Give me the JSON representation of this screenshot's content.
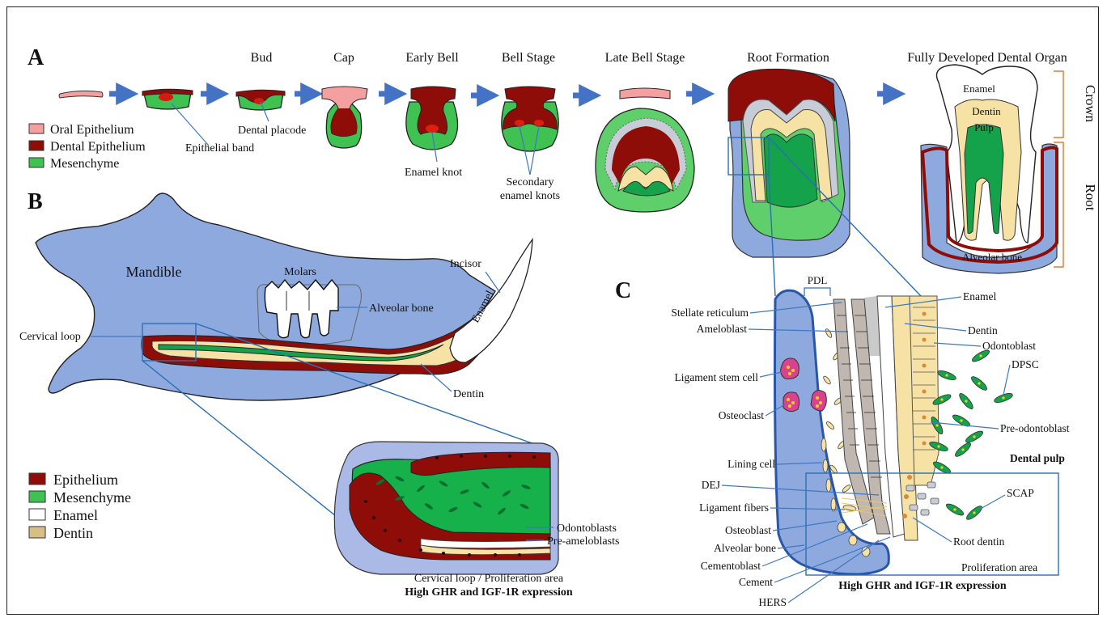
{
  "panels": {
    "a": "A",
    "b": "B",
    "c": "C"
  },
  "colors": {
    "oral_epithelium": "#f4a0a0",
    "dental_epithelium": "#8e0d08",
    "mesenchyme": "#3fc252",
    "enamel": "#ffffff",
    "dentin": "#f7e2a6",
    "pulp": "#14a24a",
    "bone": "#8ea9de",
    "arrow": "#4472c4",
    "leader": "#3f77c2"
  },
  "panel_a": {
    "stages": [
      "Bud",
      "Cap",
      "Early Bell",
      "Bell Stage",
      "Late Bell Stage",
      "Root Formation",
      "Fully Developed Dental Organ"
    ],
    "legend": [
      "Oral Epithelium",
      "Dental Epithelium",
      "Mesenchyme"
    ],
    "labels": {
      "epithelial_band": "Epithelial band",
      "dental_placode": "Dental placode",
      "enamel_knot": "Enamel knot",
      "secondary_1": "Secondary",
      "secondary_2": "enamel knots"
    },
    "tooth": {
      "enamel": "Enamel",
      "dentin": "Dentin",
      "pulp": "Pulp",
      "alveolar_bone": "Alveolar bone",
      "crown": "Crown",
      "root": "Root"
    }
  },
  "panel_b": {
    "labels": {
      "mandible": "Mandible",
      "molars": "Molars",
      "incisor": "Incisor",
      "alveolar_bone": "Alveolar bone",
      "enamel": "Enamel",
      "cervical_loop": "Cervical loop",
      "dentin": "Dentin",
      "odontoblasts": "Odontoblasts",
      "pre_ameloblasts": "Pre-ameloblasts",
      "caption": "Cervical loop / Proliferation area",
      "caption_bold": "High GHR and IGF-1R expression"
    },
    "legend": [
      "Epithelium",
      "Mesenchyme",
      "Enamel",
      "Dentin"
    ]
  },
  "panel_c": {
    "labels_left": [
      "Stellate reticulum",
      "Ameloblast",
      "Ligament stem cell",
      "Osteoclast",
      "Lining cell",
      "DEJ",
      "Ligament fibers",
      "Osteoblast",
      "Alveolar bone",
      "Cementoblast",
      "Cement",
      "HERS"
    ],
    "labels_right": [
      "Enamel",
      "Dentin",
      "Odontoblast",
      "DPSC",
      "Pre-odontoblast",
      "Dental pulp",
      "SCAP",
      "Root dentin",
      "Proliferation area"
    ],
    "pdl": "PDL",
    "caption_bold": "High GHR and IGF-1R expression"
  }
}
